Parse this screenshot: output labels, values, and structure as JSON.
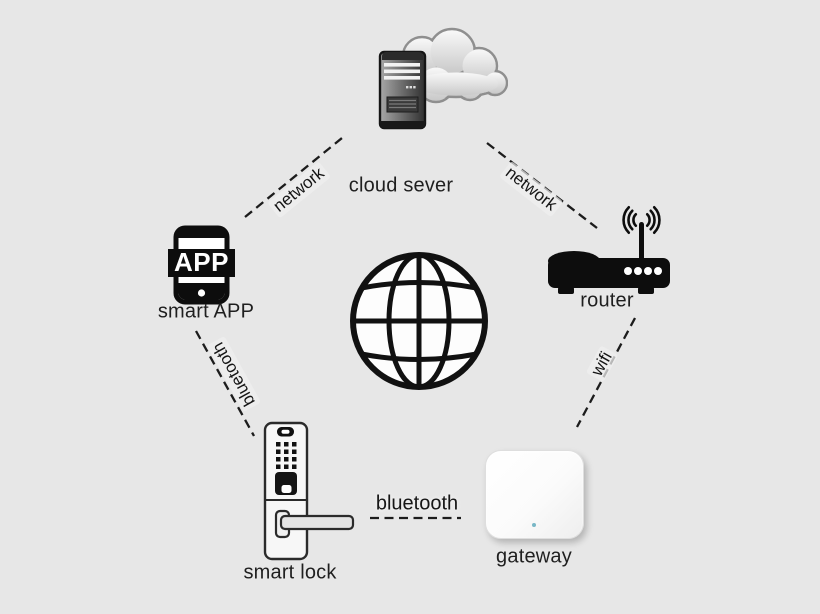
{
  "diagram": {
    "background_color": "#e7e7e7",
    "line_color": "#1c1c1c",
    "label_color": "#1f1f1f",
    "gateway_led_color": "#79b7c6",
    "icon_color": "#0d0d0d"
  },
  "nodes": {
    "cloud_server": {
      "label": "cloud sever"
    },
    "smart_app": {
      "label": "smart APP",
      "badge": "APP"
    },
    "router": {
      "label": "router"
    },
    "smart_lock": {
      "label": "smart lock"
    },
    "gateway": {
      "label": "gateway"
    },
    "internet_globe": {
      "label": ""
    }
  },
  "connections": {
    "app_cloud": {
      "label": "network",
      "from": "smart APP",
      "to": "cloud sever"
    },
    "cloud_router": {
      "label": "network",
      "from": "cloud sever",
      "to": "router"
    },
    "app_lock": {
      "label": "bluetooth",
      "from": "smart APP",
      "to": "smart lock"
    },
    "router_gateway": {
      "label": "wifi",
      "from": "router",
      "to": "gateway"
    },
    "lock_gateway": {
      "label": "bluetooth",
      "from": "smart lock",
      "to": "gateway"
    }
  }
}
